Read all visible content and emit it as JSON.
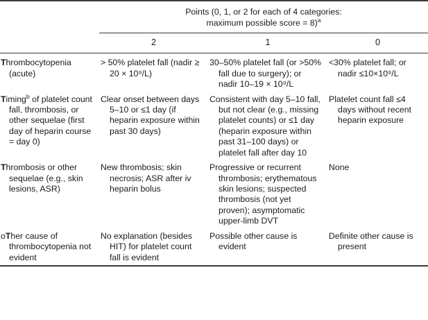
{
  "table": {
    "header": {
      "group_label_line1": "Points (0, 1, or 2 for each of 4 categories:",
      "group_label_line2": "maximum possible score = 8)",
      "group_label_footnote": "a",
      "columns": [
        {
          "label": "",
          "name": "category-column"
        },
        {
          "label": "2",
          "name": "points-2"
        },
        {
          "label": "1",
          "name": "points-1"
        },
        {
          "label": "0",
          "name": "points-0"
        }
      ]
    },
    "rows": [
      {
        "category_prefix": "",
        "category_bold": "T",
        "category_rest": "hrombocytopenia",
        "category_footnote": "",
        "category_cont": "(acute)",
        "points2": "> 50% platelet fall (nadir ≥ 20 × 10⁹/L)",
        "points1": "30–50% platelet fall (or >50% fall due to surgery); or nadir 10–19 × 10⁹/L",
        "points0": "<30% platelet fall; or nadir ≤10×10⁹/L"
      },
      {
        "category_prefix": "",
        "category_bold": "T",
        "category_rest": "iming",
        "category_footnote": "b",
        "category_cont": " of platelet count fall, thrombosis, or other sequelae (first day of heparin course = day 0)",
        "points2": "Clear onset between days 5–10 or ≤1 day (if heparin exposure within past 30 days)",
        "points1": "Consistent with day 5–10 fall, but not clear (e.g., missing platelet counts) or ≤1 day (heparin exposure within past 31–100 days) or platelet fall after day 10",
        "points0": "Platelet count fall ≤4 days without recent heparin exposure"
      },
      {
        "category_prefix": "",
        "category_bold": "T",
        "category_rest": "hrombosis or",
        "category_footnote": "",
        "category_cont": " other sequelae (e.g., skin lesions, ASR)",
        "points2": "New thrombosis; skin necrosis; ASR after iv heparin bolus",
        "points1": "Progressive or recurrent thrombosis; erythematous skin lesions; suspected thrombosis (not yet proven); asymptomatic upper-limb DVT",
        "points0": "None"
      },
      {
        "category_prefix": "o",
        "category_bold": "T",
        "category_rest": "her cause of",
        "category_footnote": "",
        "category_cont": " thrombocytopenia not evident",
        "points2": "No explanation (besides HIT) for platelet count fall is evident",
        "points1": "Possible other cause is evident",
        "points0": "Definite other cause is present"
      }
    ]
  }
}
